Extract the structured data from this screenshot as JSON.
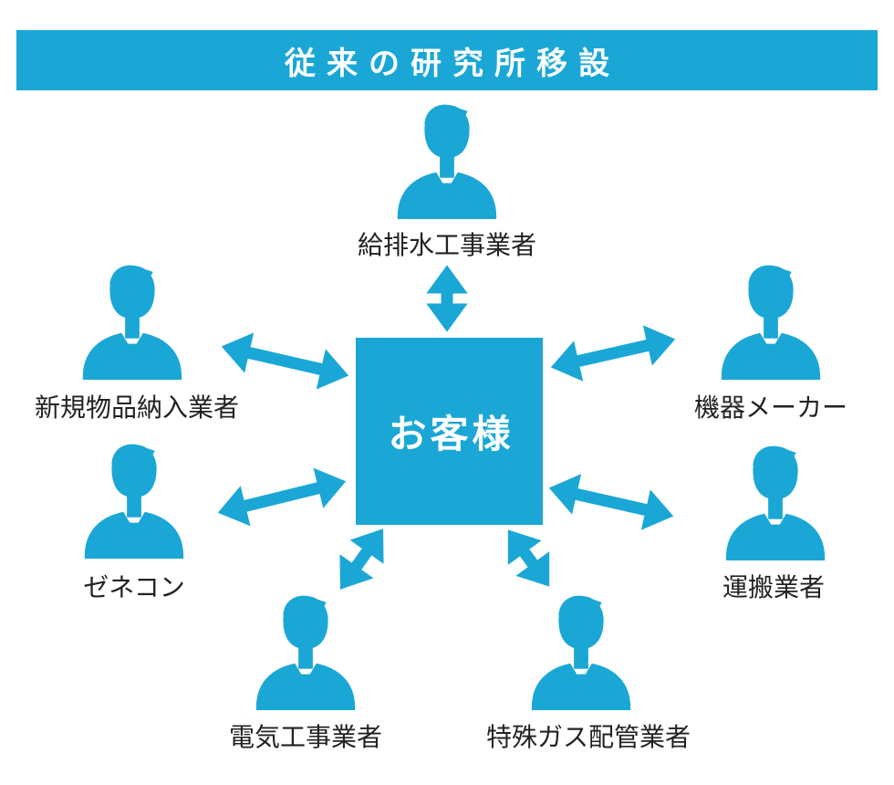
{
  "title": {
    "text": "従来の研究所移設"
  },
  "center": {
    "label": "お客様"
  },
  "nodes": [
    {
      "id": "plumbing-contractor",
      "label": "給排水工事業者",
      "position": "top"
    },
    {
      "id": "new-goods-supplier",
      "label": "新規物品納入業者",
      "position": "upper-left"
    },
    {
      "id": "general-contractor",
      "label": "ゼネコン",
      "position": "lower-left"
    },
    {
      "id": "equipment-maker",
      "label": "機器メーカー",
      "position": "upper-right"
    },
    {
      "id": "transport-company",
      "label": "運搬業者",
      "position": "lower-right"
    },
    {
      "id": "electrical-contractor",
      "label": "電気工事業者",
      "position": "bottom-left"
    },
    {
      "id": "special-gas-piping-contractor",
      "label": "特殊ガス配管業者",
      "position": "bottom-right"
    }
  ],
  "colors": {
    "accent": "#1AA7D6",
    "title_text": "#FFFFFF",
    "label_text": "#222222",
    "background": "#FFFFFF"
  }
}
